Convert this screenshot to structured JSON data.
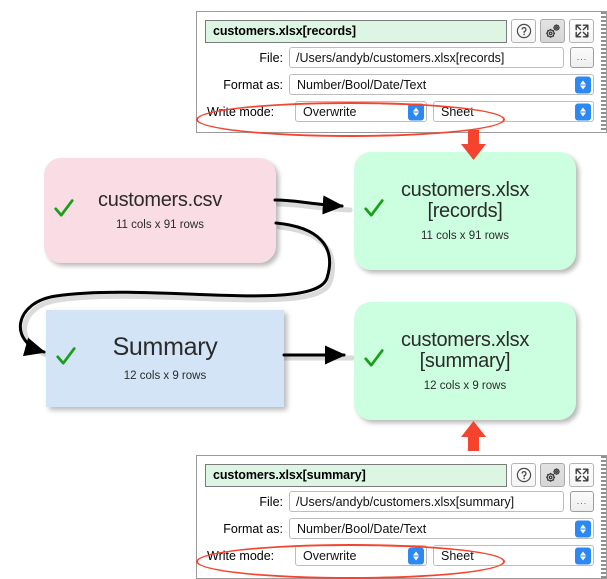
{
  "app": {
    "panels": [
      {
        "id": "records",
        "title": "customers.xlsx[records]",
        "file_label": "File:",
        "file_value": "/Users/andyb/customers.xlsx[records]",
        "browse_label": "...",
        "format_label": "Format as:",
        "format_value": "Number/Bool/Date/Text",
        "write_mode_label": "Write mode:",
        "write_mode_value": "Overwrite",
        "sheet_value": "Sheet",
        "help_icon": "help-circle-icon",
        "settings_icon": "gears-icon",
        "expand_icon": "expand-arrows-icon"
      },
      {
        "id": "summary",
        "title": "customers.xlsx[summary]",
        "file_label": "File:",
        "file_value": "/Users/andyb/customers.xlsx[summary]",
        "browse_label": "...",
        "format_label": "Format as:",
        "format_value": "Number/Bool/Date/Text",
        "write_mode_label": "Write mode:",
        "write_mode_value": "Overwrite",
        "sheet_value": "Sheet",
        "help_icon": "help-circle-icon",
        "settings_icon": "gears-icon",
        "expand_icon": "expand-arrows-icon"
      }
    ]
  },
  "diagram": {
    "nodes": [
      {
        "id": "customers-csv",
        "title_line1": "customers.csv",
        "title_line2": "",
        "subtitle": "11 cols x 91 rows",
        "color": "#fadde4",
        "status_icon": "green-check-icon"
      },
      {
        "id": "customers-xlsx-records",
        "title_line1": "customers.xlsx",
        "title_line2": "[records]",
        "subtitle": "11 cols x 91 rows",
        "color": "#ccffdf",
        "status_icon": "green-check-icon"
      },
      {
        "id": "summary",
        "title_line1": "Summary",
        "title_line2": "",
        "subtitle": "12 cols x 9 rows",
        "color": "#d4e4f7",
        "status_icon": "green-check-icon"
      },
      {
        "id": "customers-xlsx-summary",
        "title_line1": "customers.xlsx",
        "title_line2": "[summary]",
        "subtitle": "12 cols x 9 rows",
        "color": "#ccffdf",
        "status_icon": "green-check-icon"
      }
    ]
  },
  "colors": {
    "annotation_red": "#f5432e",
    "pink_node": "#fadde4",
    "green_node": "#ccffdf",
    "blue_node": "#d4e4f7",
    "title_field_green": "#ddf6e3",
    "stepper_blue": "#2c88f2",
    "check_green": "#18a019"
  }
}
